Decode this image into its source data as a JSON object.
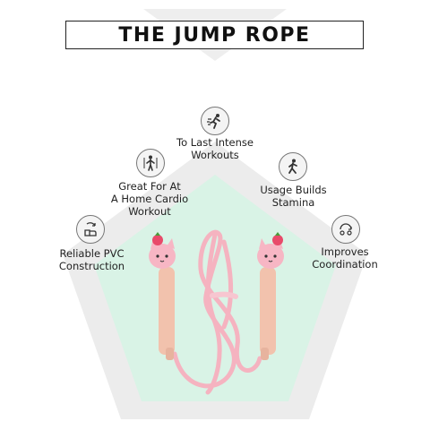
{
  "title": "THE JUMP ROPE",
  "features": [
    {
      "id": "workouts",
      "icon": "sprint-icon",
      "label": "To Last Intense\nWorkouts"
    },
    {
      "id": "cardio",
      "icon": "jumping-person-icon",
      "label": "Great For At\nA Home Cardio\nWorkout"
    },
    {
      "id": "stamina",
      "icon": "running-person-icon",
      "label": "Usage Builds\nStamina"
    },
    {
      "id": "pvc",
      "icon": "recycle-hand-icon",
      "label": "Reliable PVC\nConstruction"
    },
    {
      "id": "coordination",
      "icon": "coordination-icon",
      "label": "Improves\nCoordination"
    }
  ],
  "colors": {
    "pentagon_fill": "#d9f3e6",
    "pentagon_border": "#ececec",
    "rope": "#f5b3c0",
    "handle": "#f2c2ad",
    "cat_head": "#f7b6c4"
  }
}
